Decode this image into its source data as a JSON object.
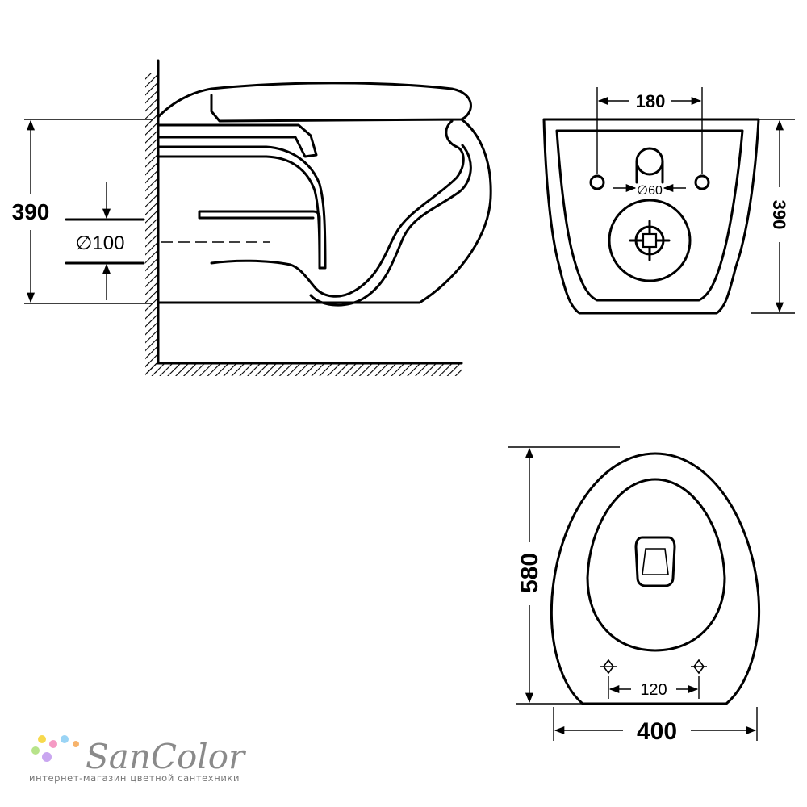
{
  "side_view": {
    "height_label": "390",
    "pipe_diameter_label": "∅100"
  },
  "back_view": {
    "spacing_label": "180",
    "height_label": "390",
    "inlet_diameter_label": "∅60"
  },
  "top_view": {
    "length_label": "580",
    "width_label": "400",
    "bolt_spacing_label": "120"
  },
  "logo": {
    "name": "SanColor",
    "tagline": "интернет-магазин цветной сантехники",
    "dot_colors": [
      "#f7d94c",
      "#f59ac4",
      "#9ad4f5",
      "#b7e38a",
      "#c9a6f0",
      "#f7b36b"
    ]
  }
}
